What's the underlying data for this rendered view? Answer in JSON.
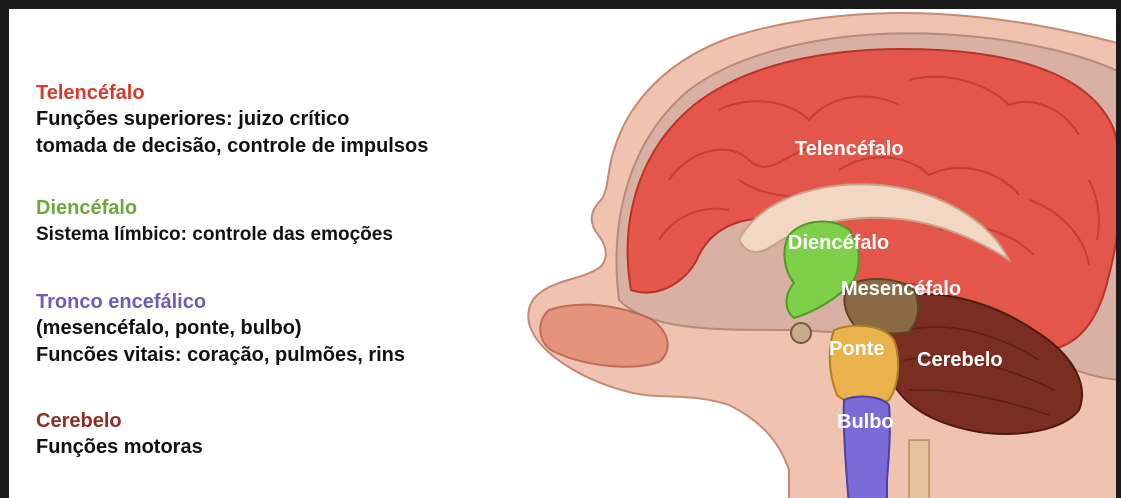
{
  "legend": [
    {
      "key": "telencefalo",
      "title": "Telencéfalo",
      "color": "#d63a2e",
      "lines": [
        "Funções superiores: juizo crítico",
        "tomada de decisão, controle de impulsos"
      ]
    },
    {
      "key": "diencefalo",
      "title": "Diencéfalo",
      "color": "#6ea83a",
      "lines": [
        "Sistema límbico: controle das emoções"
      ]
    },
    {
      "key": "tronco",
      "title": "Tronco encefálico",
      "color": "#6a5fb8",
      "lines": [
        "(mesencéfalo, ponte, bulbo)",
        "Funcões vitais: coração, pulmões, rins"
      ]
    },
    {
      "key": "cerebelo",
      "title": "Cerebelo",
      "color": "#8b2f22",
      "lines": [
        "Funções motoras"
      ]
    }
  ],
  "brain_labels": {
    "telencefalo": "Telencéfalo",
    "diencefalo": "Diencéfalo",
    "mesencefalo": "Mesencéfalo",
    "ponte": "Ponte",
    "cerebelo": "Cerebelo",
    "bulbo": "Bulbo"
  },
  "colors": {
    "telencefalo_fill": "#e4564a",
    "diencefalo_fill": "#7ed04a",
    "mesencefalo_fill": "#8a6a45",
    "ponte_fill": "#e9b24a",
    "cerebelo_fill": "#7a2e22",
    "bulbo_fill": "#7a6cd8",
    "skin": "#f0c3b0",
    "frame": "#1a1a1a"
  }
}
